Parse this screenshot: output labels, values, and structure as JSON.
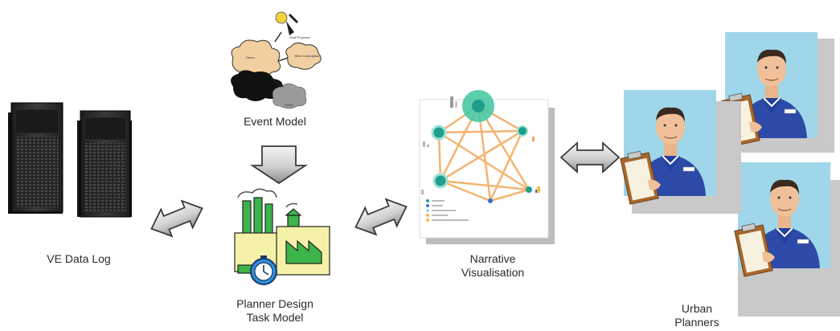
{
  "labels": {
    "ve_data_log": "VE Data Log",
    "event_model": "Event Model",
    "planner_design_line1": "Planner Design",
    "planner_design_line2": "Task Model",
    "narrative_line1": "Narrative",
    "narrative_line2": "Visualisation",
    "urban_line1": "Urban",
    "urban_line2": "Planners"
  },
  "event_model_nodes": [
    "Goal Proposal",
    "Demo",
    "Other Interruption",
    "Event"
  ],
  "colors": {
    "arrow_fill_top": "#f2f2f2",
    "arrow_fill_bottom": "#9a9a9a",
    "arrow_stroke": "#3a3a3a",
    "server": "#2b2b2b",
    "factory_green": "#3cb54a",
    "factory_yellow": "#f6f1a8",
    "clock_blue": "#2f8fd8",
    "vis_node": "#1f9e8b",
    "vis_edge": "#f3a85a",
    "planner_shirt": "#2d4aa8",
    "planner_bg": "#9fd6ea",
    "clipboard": "#a8682c"
  },
  "icons": [
    "server-icon",
    "factory-icon",
    "clock-icon",
    "cloud-icon",
    "network-graph-icon",
    "planner-figure-icon",
    "double-arrow-icon",
    "down-arrow-icon"
  ]
}
